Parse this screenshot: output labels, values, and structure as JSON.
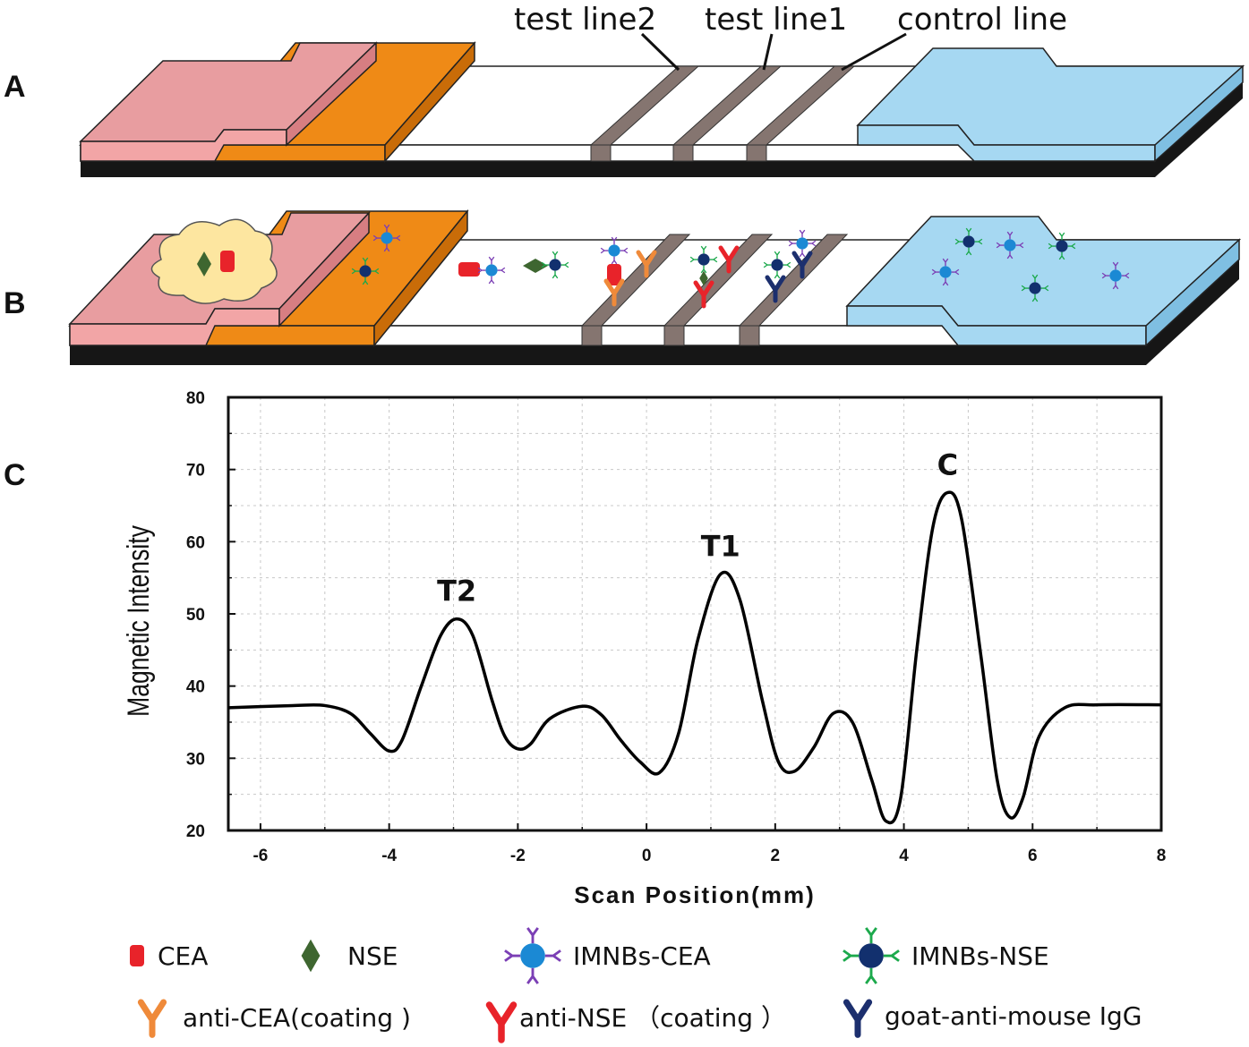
{
  "panels": {
    "a": "A",
    "b": "B",
    "c": "C"
  },
  "strip_labels": {
    "test_line2": "test line2",
    "test_line1": "test line1",
    "control_line": "control line"
  },
  "colors": {
    "sample_pad": "#e89da0",
    "conjugate_pad": "#ef8a16",
    "absorbent_pad": "#a6d8f2",
    "membrane": "#ffffff",
    "test_line": "#857570",
    "backing": "#161616",
    "cea": "#e8232a",
    "nse": "#3e6630",
    "imnb_cea_bead": "#1b89d4",
    "imnb_cea_antibody": "#7b3fb5",
    "imnb_nse_bead": "#12306e",
    "imnb_nse_antibody": "#1ca94c",
    "anti_cea": "#ef8a3a",
    "anti_nse": "#e8232a",
    "goat_anti_mouse": "#1c2f6e",
    "cloud": "#fde6a0"
  },
  "chart_data": {
    "type": "line",
    "xlabel": "Scan Position(mm)",
    "ylabel": "Magnetic Intensity",
    "xlim": [
      -6.5,
      8
    ],
    "ylim": [
      20,
      80
    ],
    "xticks": [
      -6,
      -4,
      -2,
      0,
      2,
      4,
      6,
      8
    ],
    "yticks": [
      20,
      30,
      40,
      50,
      60,
      70,
      80
    ],
    "grid": true,
    "peak_labels": [
      {
        "text": "T2",
        "x": -2.95,
        "y": 49.3
      },
      {
        "text": "T1",
        "x": 1.15,
        "y": 55.5
      },
      {
        "text": "C",
        "x": 4.68,
        "y": 66.8
      }
    ],
    "series": [
      {
        "x": [
          -6.5,
          -5.5,
          -5.0,
          -4.6,
          -4.3,
          -4.0,
          -3.8,
          -3.5,
          -3.2,
          -2.95,
          -2.7,
          -2.4,
          -2.2,
          -2.0,
          -1.8,
          -1.5,
          -1.0,
          -0.7,
          -0.4,
          -0.1,
          0.2,
          0.5,
          0.8,
          1.15,
          1.45,
          1.8,
          2.05,
          2.3,
          2.6,
          2.9,
          3.2,
          3.5,
          3.72,
          3.95,
          4.2,
          4.45,
          4.68,
          4.9,
          5.2,
          5.45,
          5.65,
          5.85,
          6.1,
          6.5,
          7.0,
          8.0
        ],
        "y": [
          37.0,
          37.3,
          37.3,
          36.2,
          33.5,
          31.0,
          32.5,
          40.0,
          47.0,
          49.3,
          47.0,
          38.0,
          33.0,
          31.3,
          32.0,
          35.5,
          37.2,
          36.0,
          32.5,
          29.5,
          28.0,
          33.5,
          46.5,
          55.5,
          52.0,
          38.0,
          29.5,
          28.2,
          31.5,
          36.2,
          35.0,
          27.0,
          21.3,
          24.5,
          45.0,
          62.0,
          66.8,
          63.0,
          44.0,
          27.0,
          21.8,
          24.5,
          33.0,
          37.0,
          37.4,
          37.4
        ]
      }
    ]
  },
  "legend": {
    "cea": "CEA",
    "nse": "NSE",
    "imnbs_cea": "IMNBs-CEA",
    "imnbs_nse": "IMNBs-NSE",
    "anti_cea": "anti-CEA(coating )",
    "anti_nse": "anti-NSE （coating ）",
    "goat_igg": "goat-anti-mouse IgG"
  }
}
